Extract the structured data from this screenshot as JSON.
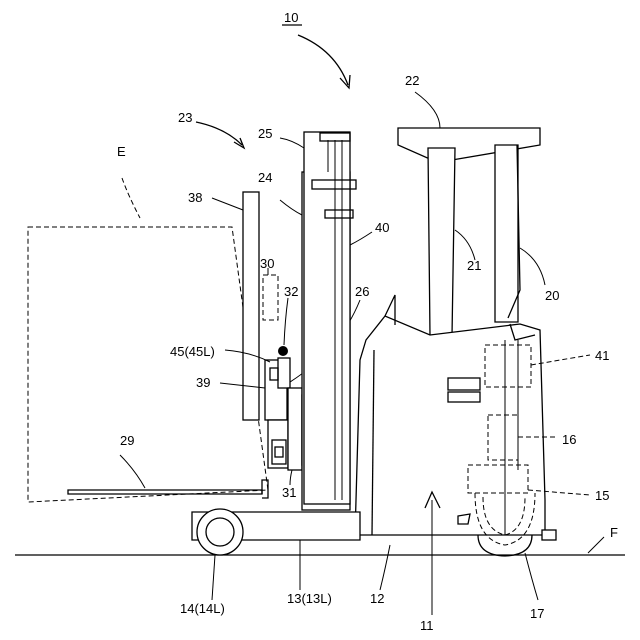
{
  "figure": {
    "labels": {
      "l10": "10",
      "l22": "22",
      "l23": "23",
      "l25": "25",
      "lE": "E",
      "l38": "38",
      "l24": "24",
      "l40": "40",
      "l30": "30",
      "l32": "32",
      "l26": "26",
      "l21": "21",
      "l20": "20",
      "l45": "45(45L)",
      "l41": "41",
      "l39": "39",
      "l29": "29",
      "l16": "16",
      "l31": "31",
      "l15": "15",
      "lF": "F",
      "l14": "14(14L)",
      "l13": "13(13L)",
      "l12": "12",
      "l11": "11",
      "l17": "17"
    }
  }
}
